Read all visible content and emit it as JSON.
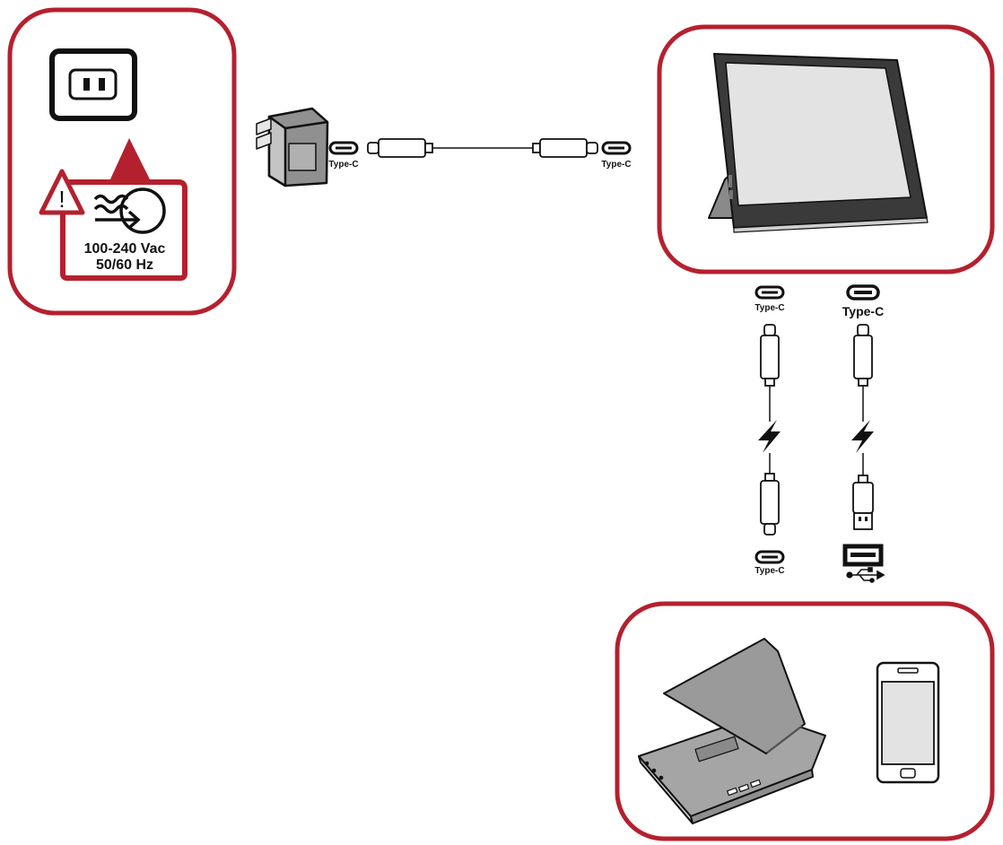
{
  "colors": {
    "frame": "#b5202e",
    "ink": "#111111",
    "device_gray": "#8c8c8c",
    "screen": "#e3e3e3"
  },
  "power": {
    "voltage_label": "100-240 Vac",
    "frequency_label": "50/60 Hz",
    "warning_symbol": "!"
  },
  "adapter_cable": {
    "left_port_label": "Type-C",
    "right_port_label": "Type-C"
  },
  "link_typec": {
    "top_port_label": "Type-C",
    "bottom_port_label": "Type-C"
  },
  "link_usb": {
    "top_port_label": "Type-C"
  },
  "icons": [
    "wall-outlet-icon",
    "warning-icon",
    "ac-input-icon",
    "power-adapter-icon",
    "usb-c-port-icon",
    "usb-a-port-icon",
    "usb-trident-icon",
    "lightning-icon",
    "portable-monitor-icon",
    "laptop-icon",
    "smartphone-icon"
  ]
}
